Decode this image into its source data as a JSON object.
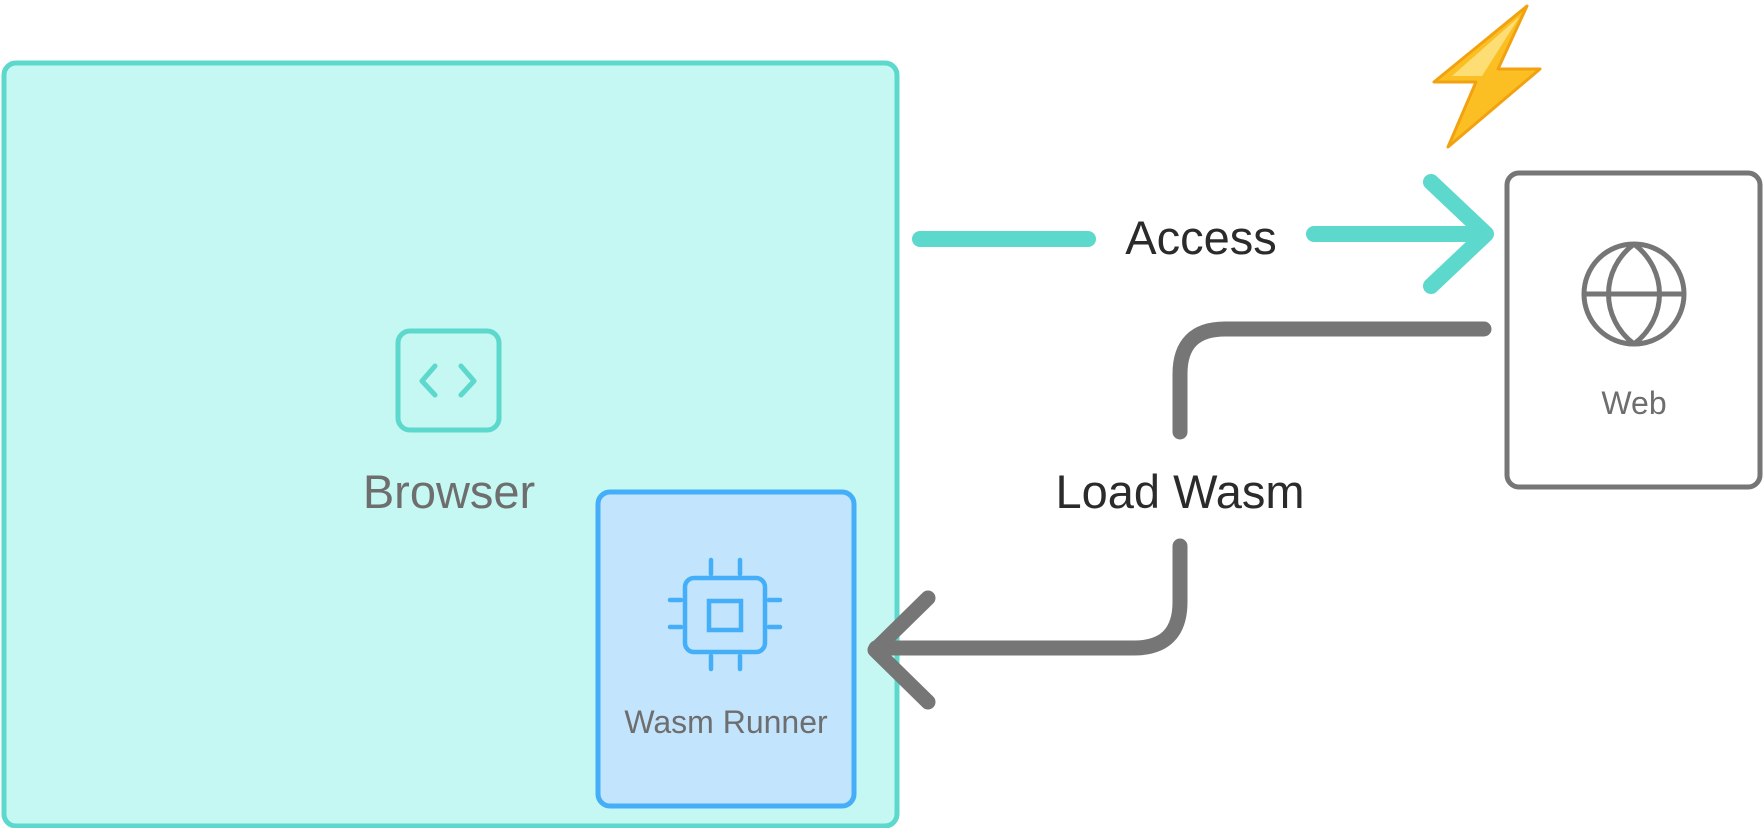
{
  "nodes": {
    "browser": {
      "label": "Browser",
      "icon": "code-brackets-icon"
    },
    "wasm_runner": {
      "label": "Wasm Runner",
      "icon": "cpu-chip-icon"
    },
    "web": {
      "label": "Web",
      "icon": "globe-icon"
    },
    "badge": {
      "icon": "lightning-bolt-icon"
    }
  },
  "edges": {
    "access": {
      "label": "Access",
      "from": "Browser",
      "to": "Web"
    },
    "load_wasm": {
      "label": "Load Wasm",
      "from": "Web",
      "to": "Wasm Runner"
    }
  },
  "colors": {
    "browser_fill": "#c5f8f2",
    "browser_stroke": "#5dd8cc",
    "runner_fill": "#c2e4fd",
    "runner_stroke": "#44aef8",
    "web_stroke": "#767676",
    "text_gray": "#6e6e6e",
    "text_dark": "#2b2b2b",
    "access_arrow": "#5dd8cc",
    "load_arrow": "#767676",
    "bolt": "#fbbf24"
  }
}
